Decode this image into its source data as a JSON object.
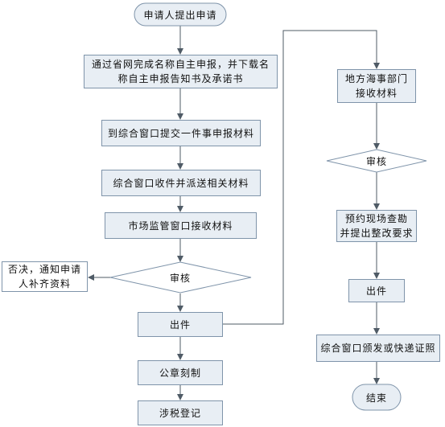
{
  "colors": {
    "box_fill": "#e8eef4",
    "box_border": "#7f94aa",
    "line": "#4f5b66"
  },
  "left": {
    "start": "申请人提出申请",
    "step1_line1": "通过省网完成名称自主申报，并下载名",
    "step1_line2": "称自主申报告知书及承诺书",
    "step2": "到综合窗口提交一件事申报材料",
    "step3": "综合窗口收件并派送相关材料",
    "step4": "市场监管窗口接收材料",
    "review": "审核",
    "reject_line1": "否决，通知申请",
    "reject_line2": "人补齐资料",
    "issue": "出件",
    "seal": "公章刻制",
    "tax": "涉税登记"
  },
  "right": {
    "step1_line1": "地方海事部门",
    "step1_line2": "接收材料",
    "review": "审核",
    "inspect_line1": "预约现场查勘",
    "inspect_line2": "并提出整改要求",
    "issue": "出件",
    "deliver": "综合窗口颁发或快递证照",
    "end": "结束"
  }
}
